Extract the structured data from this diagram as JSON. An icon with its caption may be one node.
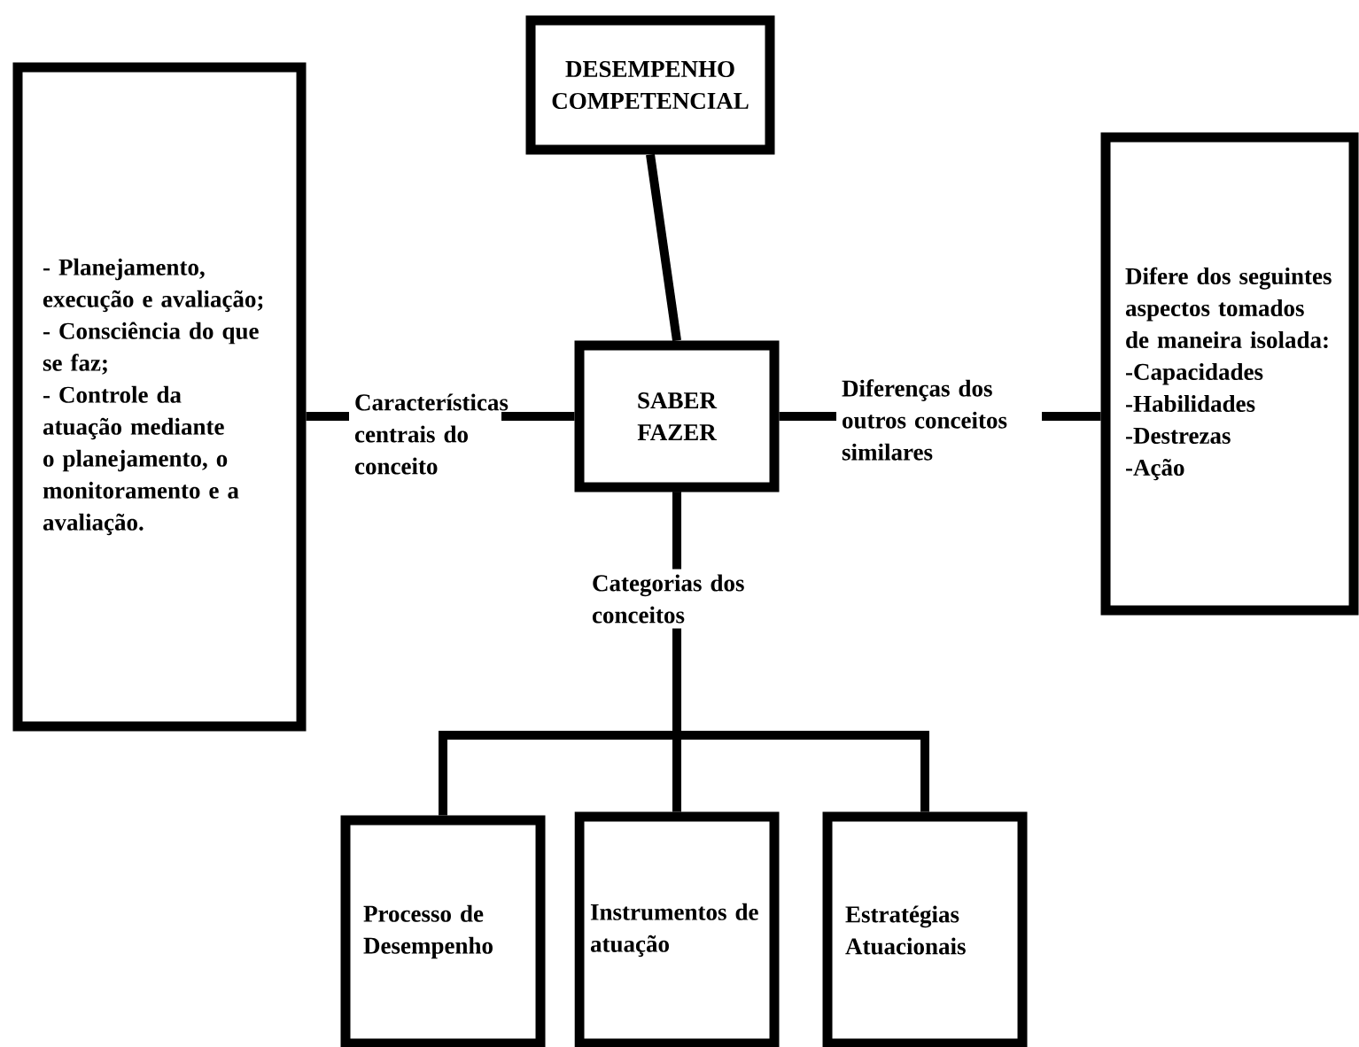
{
  "diagram": {
    "nodes": [
      {
        "text": [
          "DESEMPENHO COMPETENCIAL"
        ]
      },
      {
        "text": [
          "- Planejamento, execução e avaliação;",
          "- Consciência do que se faz;",
          "- Controle da atuação mediante o planejamento, o monitoramento e a avaliação."
        ]
      },
      {
        "text": [
          "SABER FAZER"
        ]
      },
      {
        "text": [
          "Difere dos seguintes aspectos tomados de maneira isolada:",
          "-Capacidades",
          "-Habilidades",
          "-Destrezas",
          "-Ação"
        ]
      },
      {
        "text": [
          "Processo de Desempenho"
        ]
      },
      {
        "text": [
          "Instrumentos de atuação"
        ]
      },
      {
        "text": [
          "Estratégias Atuacionais"
        ]
      }
    ],
    "edges": [
      {
        "from": 0,
        "to": 2,
        "arrow": "none"
      },
      {
        "from": 2,
        "to": 1,
        "arrow": "none",
        "label": "Características centrais do conceito"
      },
      {
        "from": 2,
        "to": 3,
        "arrow": "none",
        "label": "Diferenças dos outros conceitos similares"
      },
      {
        "from": 2,
        "to": 4,
        "arrow": "none",
        "label": "Categorias dos conceitos"
      },
      {
        "from": 2,
        "to": 5,
        "arrow": "none"
      },
      {
        "from": 2,
        "to": 6,
        "arrow": "none"
      }
    ]
  }
}
